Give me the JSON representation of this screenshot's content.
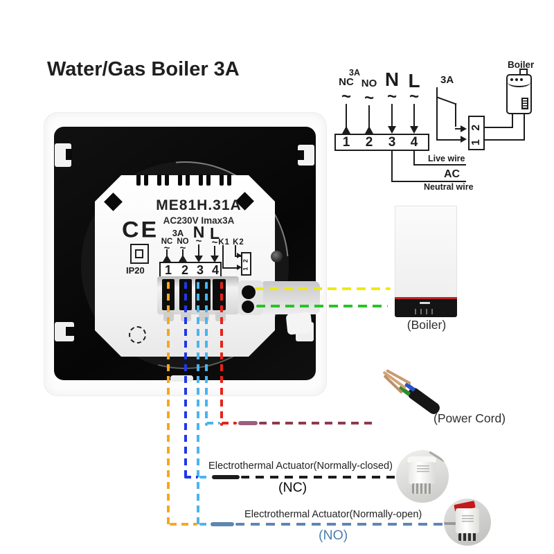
{
  "title": "Water/Gas Boiler 3A",
  "symbols": {
    "tilde": "~"
  },
  "schematic": {
    "fuse_rating": "3A",
    "terminals": [
      "NC",
      "NO",
      "N",
      "L"
    ],
    "terminal_numbers": [
      "1",
      "2",
      "3",
      "4"
    ],
    "switch_rating": "3A",
    "boiler_label": "Boiler",
    "boiler_block": "1 2",
    "live_wire_label": "Live wire",
    "ac_label": "AC",
    "neutral_wire_label": "Neutral wire"
  },
  "thermostat": {
    "model": "ME81H.31A",
    "rating": "AC230V Imax3A",
    "fuse_rating": "3A",
    "terminals": [
      "NC",
      "NO",
      "N",
      "L"
    ],
    "terminal_numbers": [
      "1",
      "2",
      "3",
      "4"
    ],
    "k_labels": "K1 K2",
    "k_block": "1 2",
    "ce_mark": "CE",
    "ip_rating": "IP20"
  },
  "callouts": {
    "boiler": "(Boiler)",
    "power_cord": "(Power Cord)",
    "nc_actuator": "Electrothermal Actuator(Normally-closed)",
    "nc_abbr": "(NC)",
    "no_actuator": "Electrothermal Actuator(Normally-open)",
    "no_abbr": "(NO)"
  },
  "colors": {
    "ink": "#1c1c1c",
    "wire-orange": "#f5a81e",
    "wire-blue": "#2038e8",
    "wire-cyan": "#4ab4f0",
    "wire-red": "#e82318",
    "wire-yellow": "#eeea10",
    "wire-green": "#27c427",
    "wire-maroon": "#8e3a4e",
    "wire-mauve": "#9a6080",
    "wire-steel": "#5d87b2",
    "wire-black": "#1c1c1c",
    "no-blue": "#4c7fad"
  }
}
